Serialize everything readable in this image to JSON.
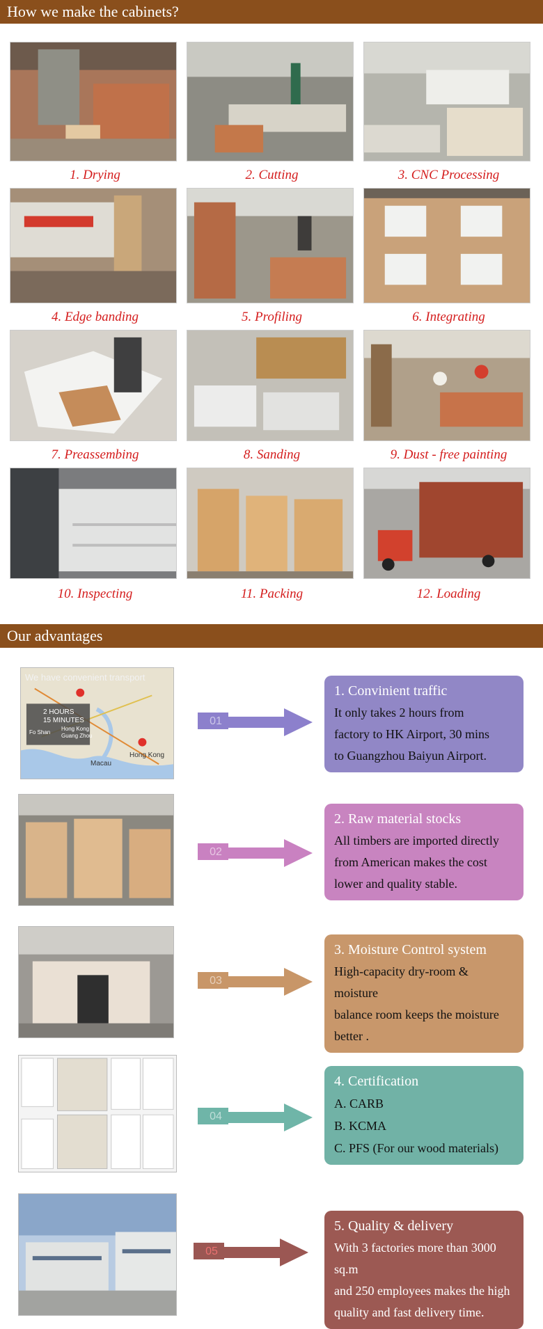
{
  "process_section": {
    "title": "How we make the cabinets?"
  },
  "process_steps": [
    {
      "label": "1.  Drying"
    },
    {
      "label": "2. Cutting"
    },
    {
      "label": "3. CNC Processing"
    },
    {
      "label": "4.  Edge banding"
    },
    {
      "label": "5. Profiling"
    },
    {
      "label": "6. Integrating"
    },
    {
      "label": "7.  Preassembing"
    },
    {
      "label": "8. Sanding"
    },
    {
      "label": "9. Dust - free painting"
    },
    {
      "label": "10.  Inspecting"
    },
    {
      "label": "11.  Packing"
    },
    {
      "label": "12.  Loading"
    }
  ],
  "advantages_section": {
    "title": "Our advantages"
  },
  "map_photo": {
    "heading": "We have convenient transport",
    "duration_line1": "2 HOURS",
    "duration_line2": "15 MINUTES",
    "city_foshan": "Fo Shan",
    "city_hongkong_label": "Hong Kong",
    "city_guangzhou_label": "Guang Zhou",
    "macau": "Macau",
    "hongkong": "Hong Kong"
  },
  "advantages": [
    {
      "number": "01",
      "color": "#9187c6",
      "title": "1. Convinient traffic",
      "body": "It only takes 2 hours from\nfactory to HK Airport, 30  mins\nto Guangzhou Baiyun Airport."
    },
    {
      "number": "02",
      "color": "#c884c0",
      "title": "2. Raw material stocks",
      "body": "All timbers are imported directly\nfrom American makes the cost\nlower and quality stable."
    },
    {
      "number": "03",
      "color": "#c8976b",
      "title": "3. Moisture Control system",
      "body": "High-capacity dry-room & moisture\nbalance room keeps the moisture\nbetter ."
    },
    {
      "number": "04",
      "color": "#71b2a6",
      "title": "4. Certification",
      "items": [
        "A.  CARB",
        "B.  KCMA",
        "C.  PFS (For our wood materials)"
      ]
    },
    {
      "number": "05",
      "color": "#9c5953",
      "title": "5. Quality & delivery",
      "body": "With 3 factories more than 3000 sq.m\nand 250 employees makes the high\nquality and fast delivery time."
    }
  ]
}
